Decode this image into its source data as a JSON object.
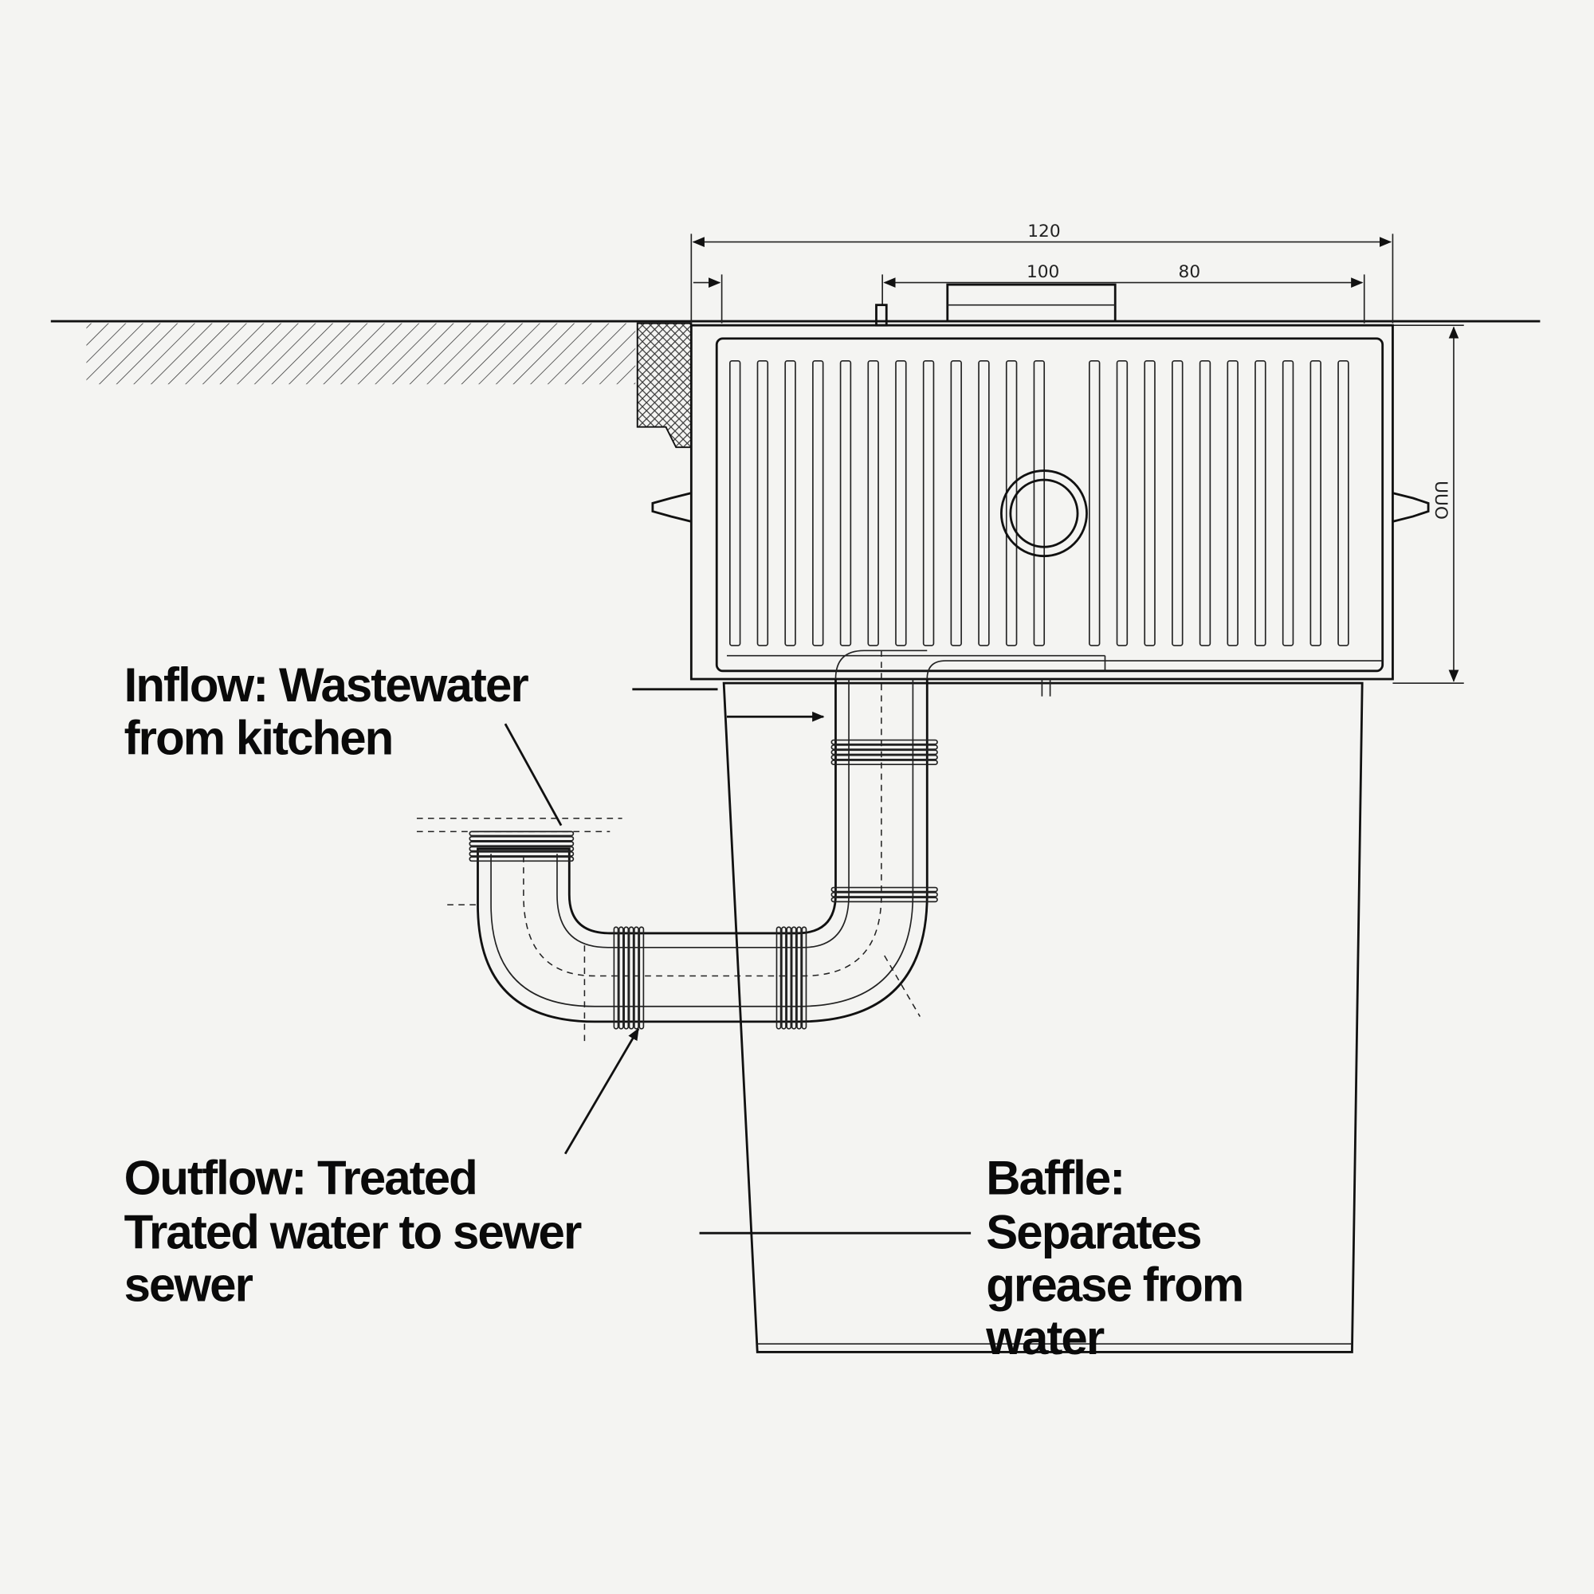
{
  "dimensions": {
    "overall_width": "120",
    "inner_width": "100",
    "segment": "80",
    "height": "UUO"
  },
  "labels": {
    "inflow": [
      "Inflow: Wastewater",
      "from kitchen"
    ],
    "outflow": [
      "Outflow: Treated",
      "Trated water to sewer",
      "sewer"
    ],
    "baffle": [
      "Baffle:",
      "Separates",
      "grease from",
      "water"
    ]
  }
}
